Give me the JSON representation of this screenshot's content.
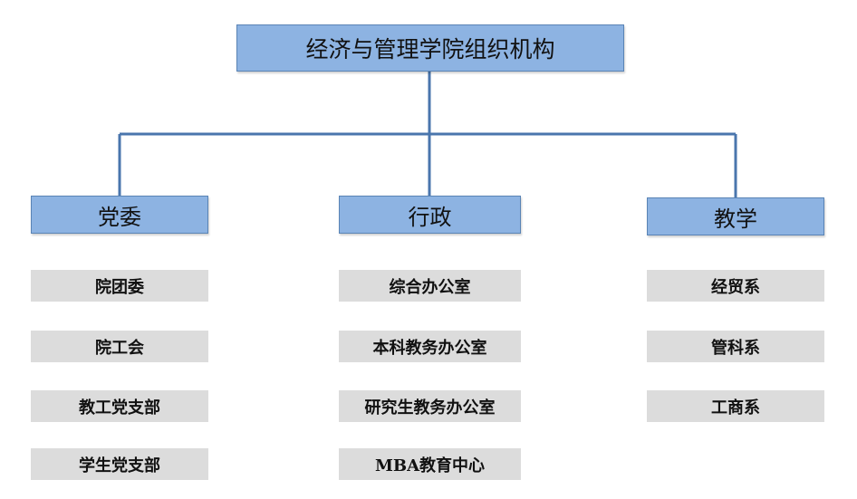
{
  "title": "经济与管理学院组织机构",
  "colors": {
    "head_fill": "#8db3e2",
    "head_border": "#5a84b5",
    "item_fill": "#dcdcdc",
    "connector": "#4a76ad"
  },
  "branches": [
    {
      "label": "党委",
      "items": [
        "院团委",
        "院工会",
        "教工党支部",
        "学生党支部"
      ]
    },
    {
      "label": "行政",
      "items": [
        "综合办公室",
        "本科教务办公室",
        "研究生教务办公室",
        "MBA教育中心"
      ]
    },
    {
      "label": "教学",
      "items": [
        "经贸系",
        "管科系",
        "工商系"
      ]
    }
  ]
}
